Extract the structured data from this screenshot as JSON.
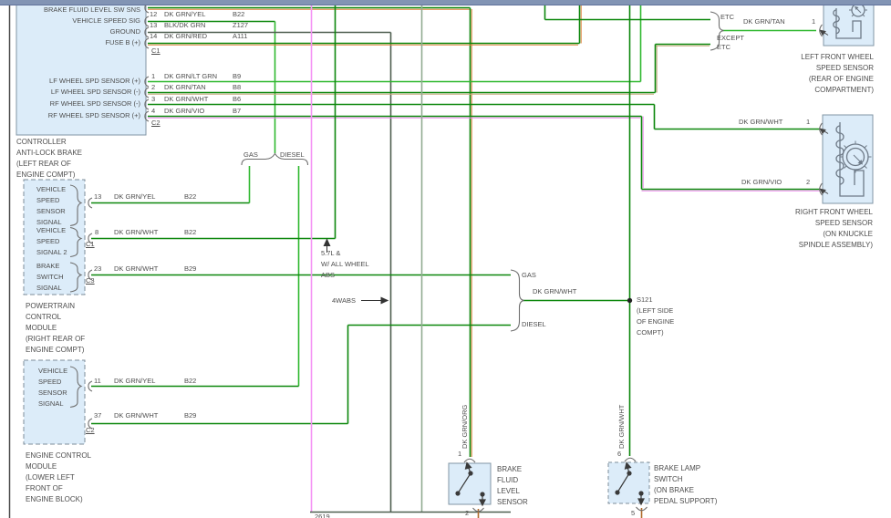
{
  "controller": {
    "signal_labels": [
      "BRAKE FLUID LEVEL SW SNS",
      "VEHICLE SPEED SIG",
      "GROUND",
      "FUSE B (+)"
    ],
    "sensor_labels": [
      "LF WHEEL SPD SENSOR (+)",
      "LF WHEEL SPD SENSOR (-)",
      "RF WHEEL SPD SENSOR (-)",
      "RF WHEEL SPD SENSOR (+)"
    ],
    "c1_pins": [
      {
        "pin": "12",
        "color": "DK GRN/YEL",
        "circuit": "B22"
      },
      {
        "pin": "13",
        "color": "BLK/DK GRN",
        "circuit": "Z127"
      },
      {
        "pin": "14",
        "color": "DK GRN/RED",
        "circuit": "A111"
      }
    ],
    "c1_connector": "C1",
    "c2_pins": [
      {
        "pin": "1",
        "color": "DK GRN/LT GRN",
        "circuit": "B9"
      },
      {
        "pin": "2",
        "color": "DK GRN/TAN",
        "circuit": "B8"
      },
      {
        "pin": "3",
        "color": "DK GRN/WHT",
        "circuit": "B6"
      },
      {
        "pin": "4",
        "color": "DK GRN/VIO",
        "circuit": "B7"
      }
    ],
    "c2_connector": "C2",
    "caption": [
      "CONTROLLER",
      "ANTI-LOCK BRAKE",
      "(LEFT REAR OF",
      "ENGINE COMPT)"
    ]
  },
  "split1": {
    "left": "GAS",
    "right": "DIESEL"
  },
  "pcm": {
    "group1": {
      "lines": [
        "VEHICLE",
        "SPEED",
        "SENSOR",
        "SIGNAL"
      ],
      "pin": "13",
      "color": "DK GRN/YEL",
      "circuit": "B22"
    },
    "group2": {
      "lines": [
        "VEHICLE",
        "SPEED",
        "SIGNAL 2"
      ],
      "pin": "8",
      "color": "DK GRN/WHT",
      "circuit": "B22",
      "connector": "C1"
    },
    "group3": {
      "lines": [
        "BRAKE",
        "SWITCH",
        "SIGNAL"
      ],
      "pin": "23",
      "color": "DK GRN/WHT",
      "circuit": "B29",
      "connector": "C3"
    },
    "caption": [
      "POWERTRAIN",
      "CONTROL",
      "MODULE",
      "(RIGHT REAR OF",
      "ENGINE COMPT)"
    ]
  },
  "ecm": {
    "group1": {
      "lines": [
        "VEHICLE",
        "SPEED",
        "SENSOR",
        "SIGNAL"
      ],
      "pin": "11",
      "color": "DK GRN/YEL",
      "circuit": "B22"
    },
    "group2": {
      "pin": "37",
      "color": "DK GRN/WHT",
      "circuit": "B29",
      "connector": "C2"
    },
    "caption": [
      "ENGINE CONTROL",
      "MODULE",
      "(LOWER LEFT",
      "FRONT OF",
      "ENGINE BLOCK)"
    ]
  },
  "annotations": {
    "hemi": [
      "5.7L &",
      "W/ ALL WHEEL",
      "ABS"
    ],
    "fwabs": "4WABS",
    "fig_number": "2619"
  },
  "split2": {
    "top": "GAS",
    "bottom": "DIESEL",
    "merged_color": "DK GRN/WHT"
  },
  "splice": {
    "id": "S121",
    "caption": [
      "(LEFT SIDE",
      "OF ENGINE",
      "COMPT)"
    ]
  },
  "split3": {
    "top": "ETC",
    "bottom1": "EXCEPT",
    "bottom2": "ETC",
    "merged_color": "DK GRN/TAN",
    "merged_pin": "1"
  },
  "lf_sensor": {
    "caption": [
      "LEFT FRONT WHEEL",
      "SPEED SENSOR",
      "(REAR OF ENGINE",
      "COMPARTMENT)"
    ]
  },
  "rf_sensor": {
    "wire1_color": "DK GRN/WHT",
    "pin1": "1",
    "wire2_color": "DK GRN/VIO",
    "pin2": "2",
    "caption": [
      "RIGHT FRONT WHEEL",
      "SPEED SENSOR",
      "(ON KNUCKLE",
      "SPINDLE ASSEMBLY)"
    ]
  },
  "bfls": {
    "wire_color": "DK GRN/ORG",
    "pin_top": "1",
    "pin_bottom": "2",
    "caption": [
      "BRAKE",
      "FLUID",
      "LEVEL",
      "SENSOR"
    ]
  },
  "bls": {
    "wire_color": "DK GRN/WHT",
    "pin_top": "6",
    "pin_bottom": "5",
    "caption": [
      "BRAKE LAMP",
      "SWITCH",
      "(ON BRAKE",
      "PEDAL SUPPORT)"
    ]
  },
  "colors": {
    "wire_green": "#0c870c",
    "wire_lt_green": "#2fb82f",
    "wire_blk_grn": "#4f5f50",
    "wire_pink": "#f591f5",
    "wire_sage": "#92ab92",
    "stripe_orange": "#e2813c",
    "stripe_tan": "#c7a77c",
    "stripe_vio": "#ef86ef",
    "stripe_brown": "#b06a2a",
    "box_fill": "#dcecf9",
    "box_stroke": "#8296a5"
  }
}
